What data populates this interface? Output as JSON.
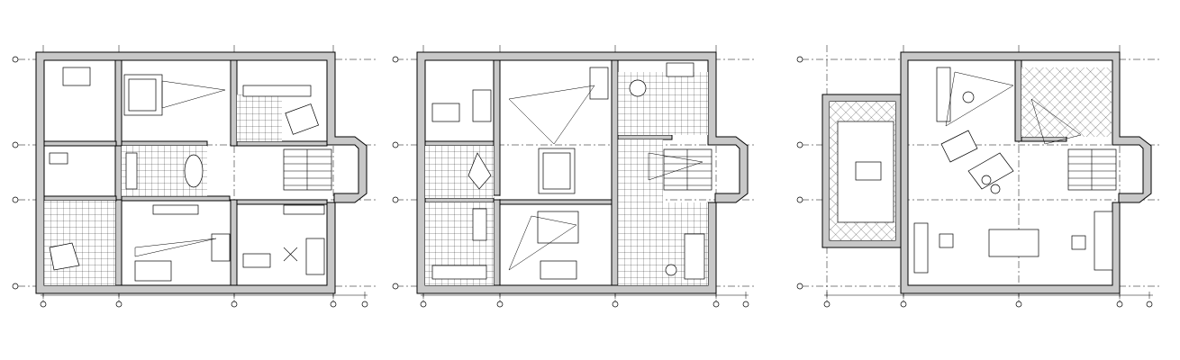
{
  "drawing": {
    "plans": [
      {
        "id": "plan-1"
      },
      {
        "id": "plan-2"
      },
      {
        "id": "plan-3"
      }
    ]
  }
}
